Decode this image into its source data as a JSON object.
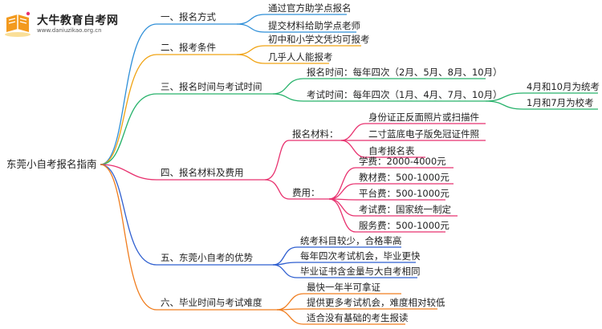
{
  "logo": {
    "title": "大牛教育自考网",
    "url": "www.daniuzikao.org.cn"
  },
  "root": "东莞小自考报名指南",
  "colors": {
    "s1": "#2f8fd8",
    "s2": "#f0a313",
    "s3": "#27b26b",
    "s4": "#e8326f",
    "s5": "#2f5fd0",
    "s6": "#f07d1e"
  },
  "branches": {
    "b1": {
      "label": "一、报名方式",
      "c1": "通过官方助学点报名",
      "c2": "提交材料给助学点老师"
    },
    "b2": {
      "label": "二、报考条件",
      "c1": "初中和小学文凭均可报考",
      "c2": "几乎人人能报考"
    },
    "b3": {
      "label": "三、报名时间与考试时间",
      "c1": "报名时间：每年四次（2月、5月、8月、10月）",
      "c2": "考试时间：每年四次（1月、4月、7月、10月）",
      "c2a": "4月和10月为统考",
      "c2b": "1月和7月为校考"
    },
    "b4": {
      "label": "四、报名材料及费用",
      "mat": "报名材料：",
      "m1": "身份证正反面照片或扫描件",
      "m2": "二寸蓝底电子版免冠证件照",
      "m3": "自考报名表",
      "fee": "费用：",
      "f1": "学费：2000-4000元",
      "f2": "教材费：500-1000元",
      "f3": "平台费：500-1000元",
      "f4": "考试费：国家统一制定",
      "f5": "服务费：500-1000元"
    },
    "b5": {
      "label": "五、东莞小自考的优势",
      "c1": "统考科目较少，合格率高",
      "c2": "每年四次考试机会，毕业更快",
      "c3": "毕业证书含金量与大自考相同"
    },
    "b6": {
      "label": "六、毕业时间与考试难度",
      "c1": "最快一年半可拿证",
      "c2": "提供更多考试机会，难度相对较低",
      "c3": "适合没有基础的考生报读"
    }
  }
}
